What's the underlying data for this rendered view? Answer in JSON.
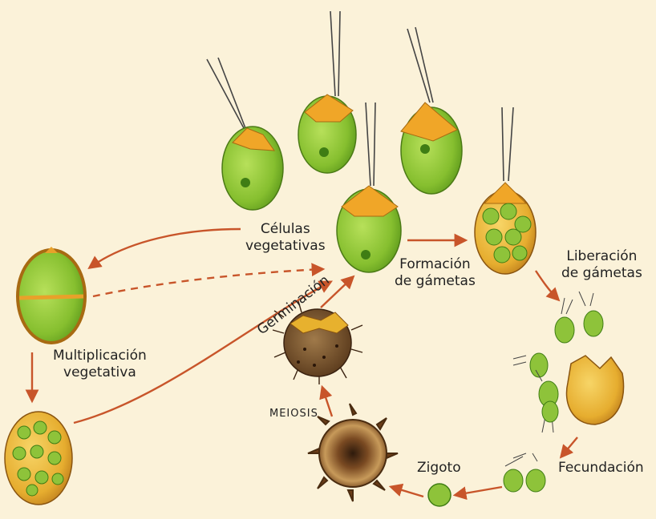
{
  "labels": {
    "celulas_vegetativas": [
      "Células",
      "vegetativas"
    ],
    "formacion_gametas": [
      "Formación",
      "de gámetas"
    ],
    "liberacion_gametas": [
      "Liberación",
      "de gámetas"
    ],
    "multiplicacion_vegetativa": [
      "Multiplicación",
      "vegetativa"
    ],
    "germinacion": "Germinación",
    "meiosis": "Meiosis",
    "zigoto": "Zigoto",
    "fecundacion": "Fecundación"
  },
  "colors": {
    "background": "#fbf2d9",
    "cell_green": "#8ec33a",
    "cell_dark_green": "#5c9a1c",
    "orange_cap": "#e8a12a",
    "arrow": "#c8552a",
    "yellow_cyst": "#e8b93a"
  }
}
